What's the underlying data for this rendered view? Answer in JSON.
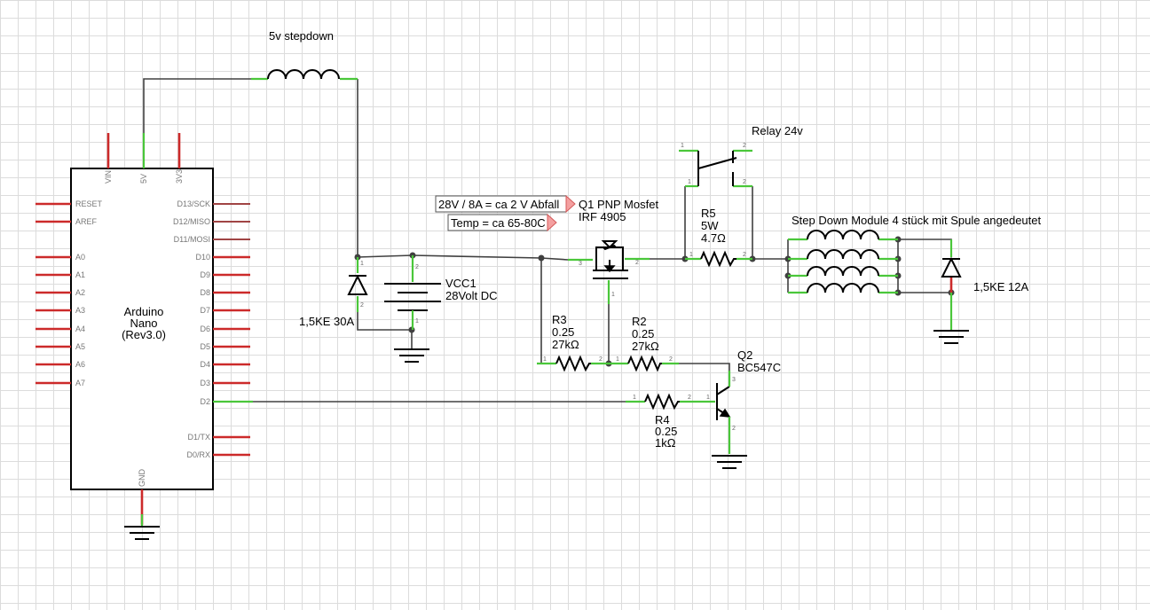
{
  "labels": {
    "stepdown": "5v stepdown",
    "relay": "Relay 24v",
    "step_down_modules": "Step Down Module 4 stück mit Spule angedeutet",
    "diode_left": "1,5KE 30A",
    "diode_right": "1,5KE 12A"
  },
  "notes": {
    "note1": "28V / 8A = ca 2 V Abfall",
    "note2": "Temp = ca 65-80C"
  },
  "arduino": {
    "name": [
      "Arduino",
      "Nano",
      "(Rev3.0)"
    ],
    "top_pins": [
      "VIN",
      "5V",
      "3V3"
    ],
    "bottom_pin": "GND",
    "left_pins": [
      "RESET",
      "AREF",
      "A0",
      "A1",
      "A2",
      "A3",
      "A4",
      "A5",
      "A6",
      "A7"
    ],
    "right_pins": [
      "D13/SCK",
      "D12/MISO",
      "D11/MOSI",
      "D10",
      "D9",
      "D8",
      "D7",
      "D6",
      "D5",
      "D4",
      "D3",
      "D2",
      "D1/TX",
      "D0/RX"
    ]
  },
  "vcc": {
    "name": "VCC1",
    "value": "28Volt DC"
  },
  "q1": {
    "name": "Q1 PNP Mosfet",
    "part": "IRF 4905"
  },
  "q2": {
    "name": "Q2",
    "part": "BC547C"
  },
  "r5": {
    "name": "R5",
    "power": "5W",
    "value": "4.7Ω"
  },
  "r3": {
    "name": "R3",
    "power": "0.25",
    "value": "27kΩ"
  },
  "r2": {
    "name": "R2",
    "power": "0.25",
    "value": "27kΩ"
  },
  "r4": {
    "name": "R4",
    "power": "0.25",
    "value": "1kΩ"
  },
  "pin_numbers": {
    "one": "1",
    "two": "2",
    "three": "3"
  },
  "colors": {
    "pin_ok": "#4ac73a",
    "pin_open": "#cc2a2a",
    "wire": "#404040"
  }
}
